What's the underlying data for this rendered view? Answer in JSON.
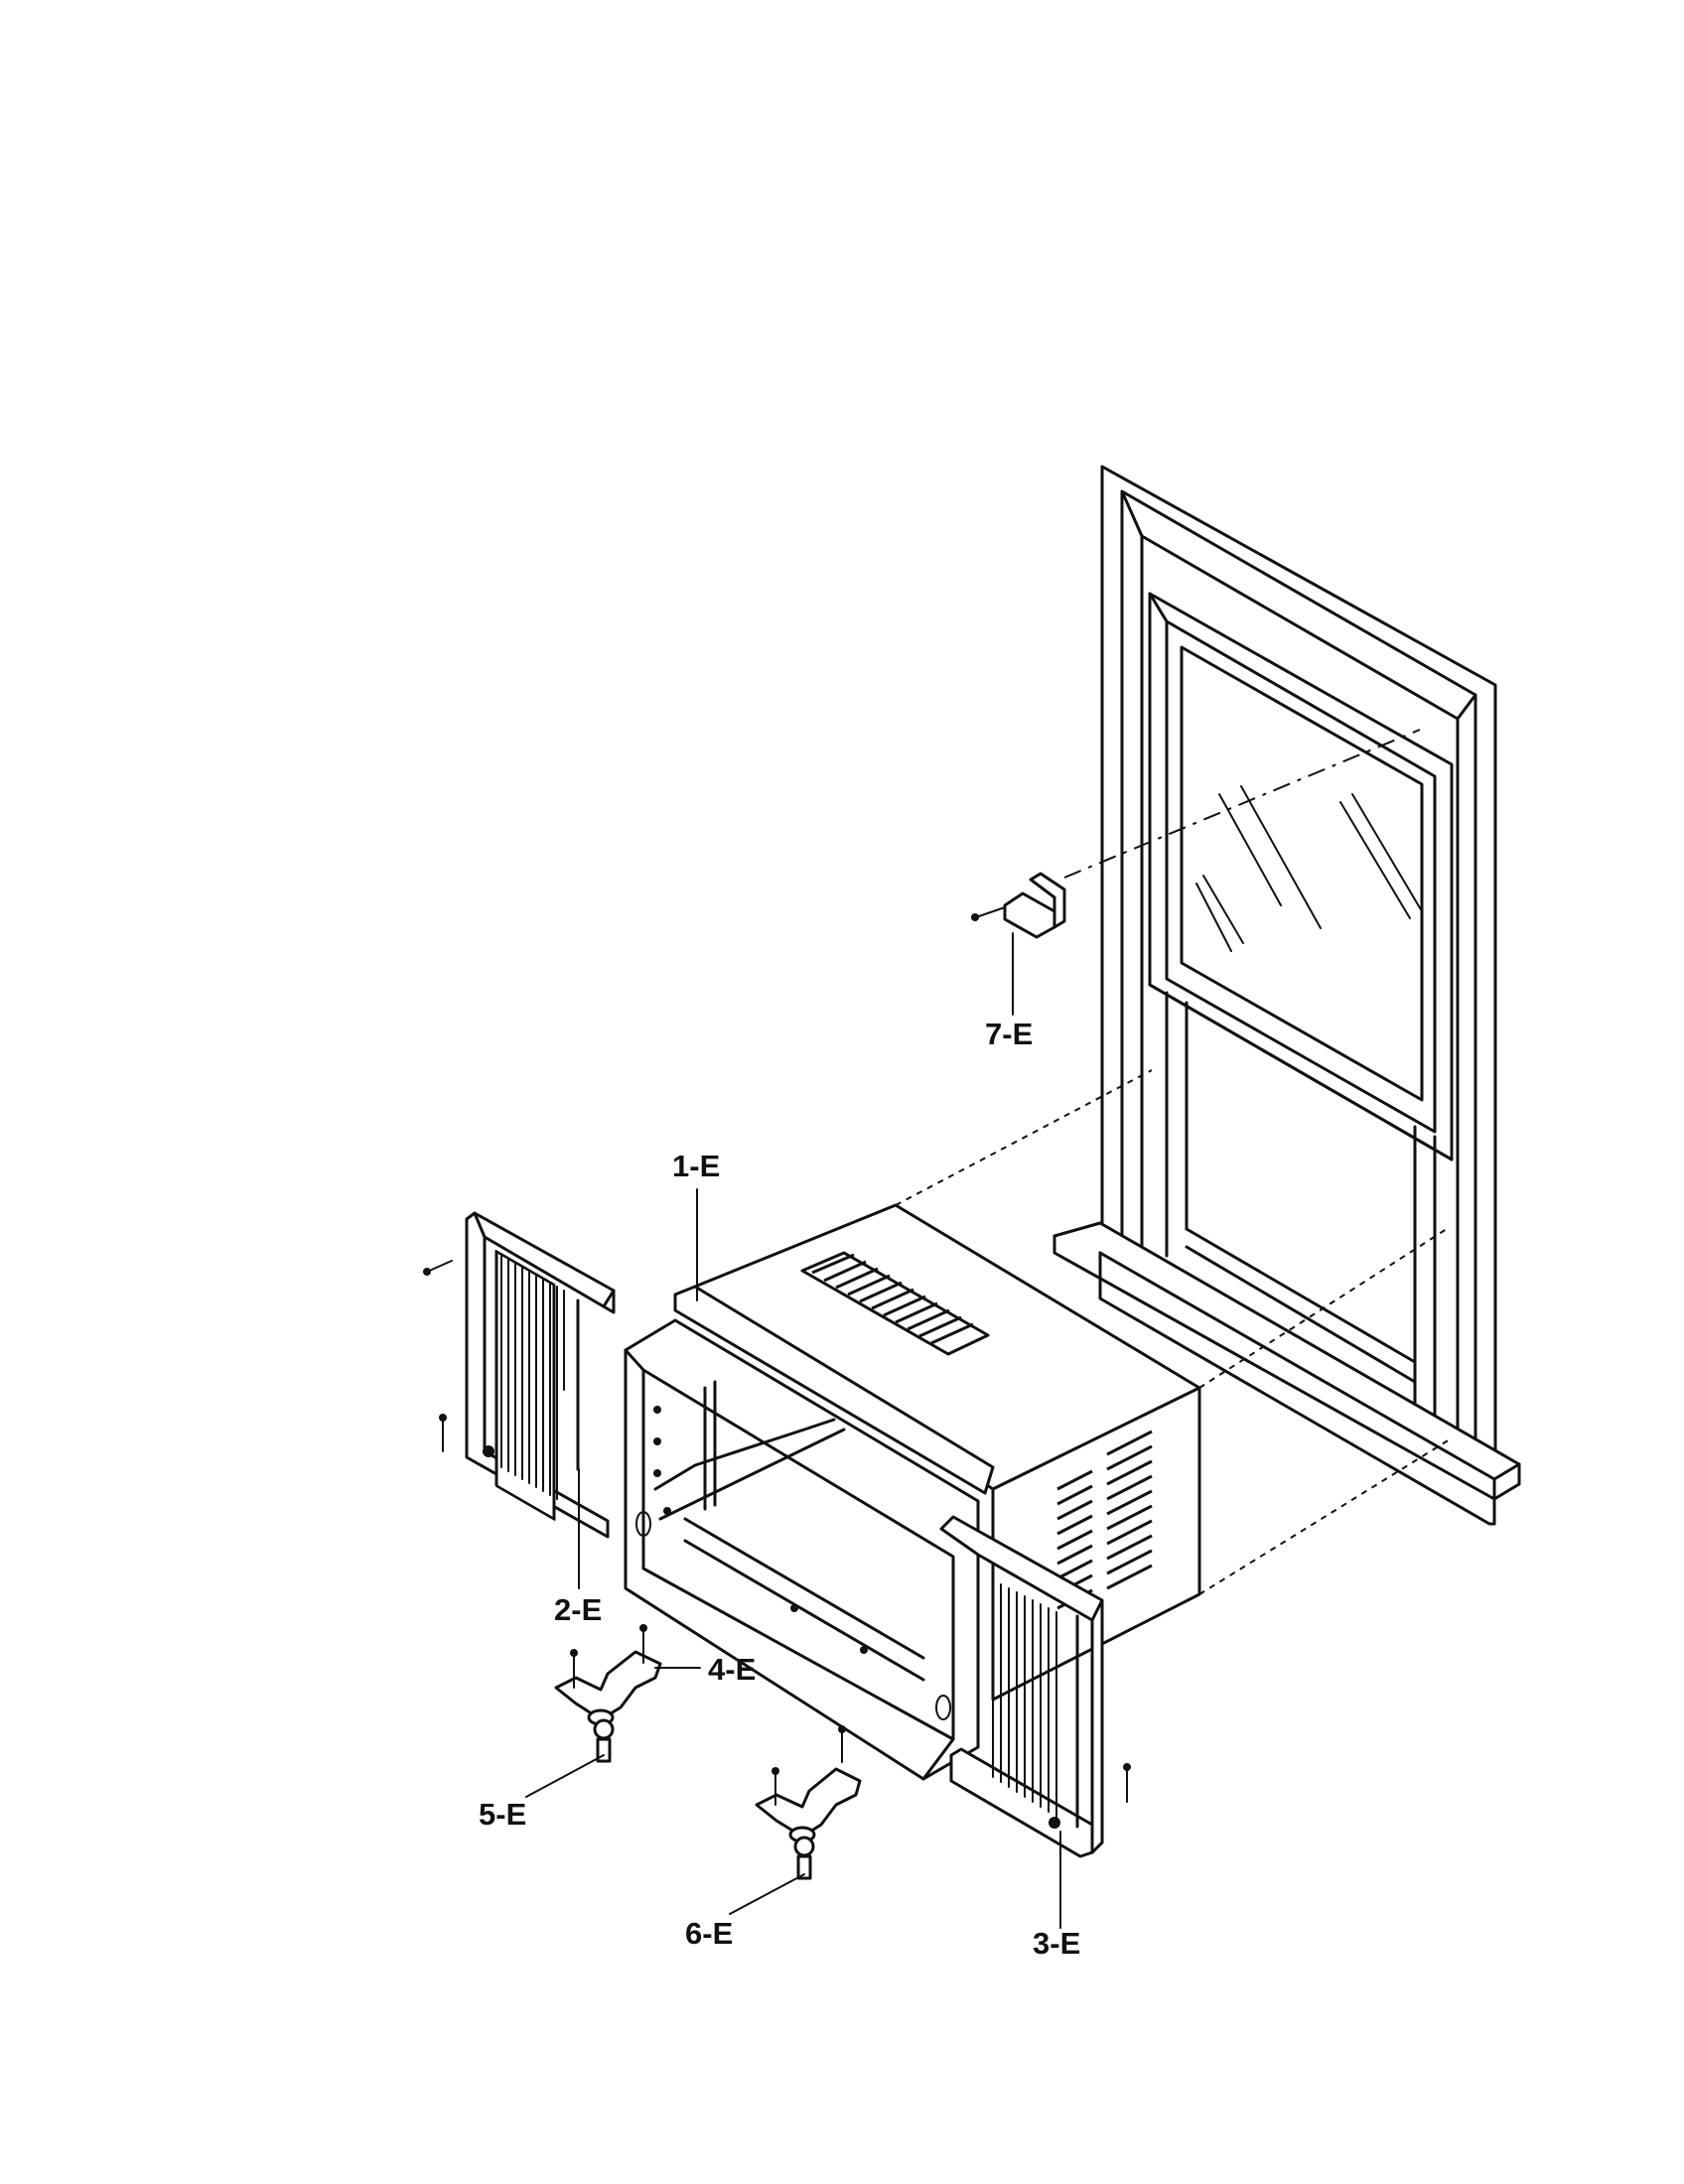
{
  "callouts": [
    {
      "id": "1",
      "label": "1-E"
    },
    {
      "id": "2",
      "label": "2-E"
    },
    {
      "id": "3",
      "label": "3-E"
    },
    {
      "id": "4",
      "label": "4-E"
    },
    {
      "id": "5",
      "label": "5-E"
    },
    {
      "id": "6",
      "label": "6-E"
    },
    {
      "id": "7",
      "label": "7-E"
    }
  ]
}
